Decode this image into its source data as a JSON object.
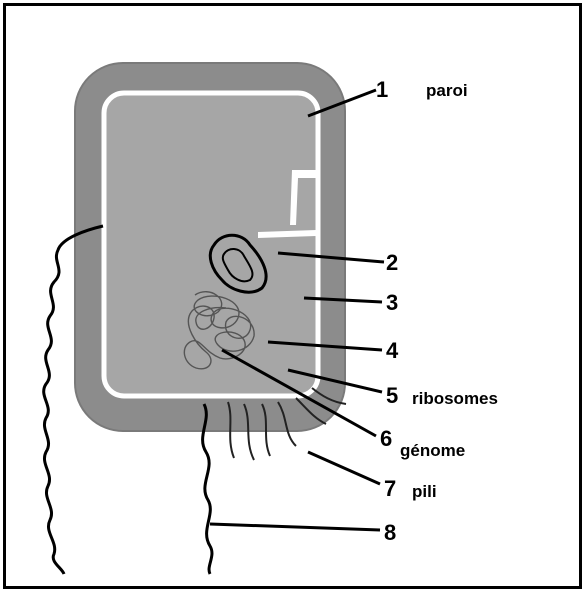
{
  "diagram": {
    "colors": {
      "wall": "#8c8c8c",
      "membrane": "#ffffff",
      "cytoplasm": "#a6a6a6",
      "line": "#000000",
      "frame": "#000000"
    },
    "callouts": [
      {
        "number": "1",
        "label": "paroi"
      },
      {
        "number": "2",
        "label": ""
      },
      {
        "number": "3",
        "label": ""
      },
      {
        "number": "4",
        "label": ""
      },
      {
        "number": "5",
        "label": "ribosomes"
      },
      {
        "number": "6",
        "label": "génome"
      },
      {
        "number": "7",
        "label": "pili"
      },
      {
        "number": "8",
        "label": ""
      }
    ]
  }
}
